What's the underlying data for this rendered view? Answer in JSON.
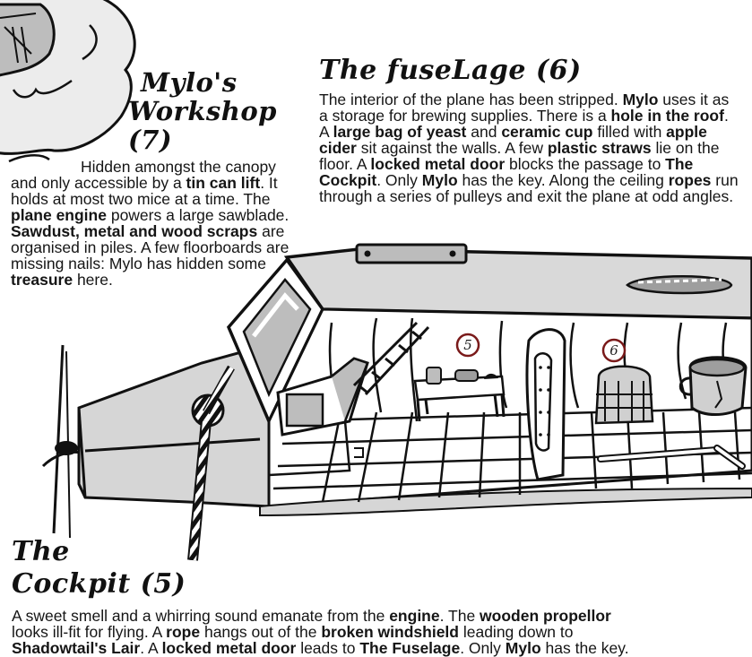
{
  "page": {
    "type": "tabletop-adventure-map"
  },
  "workshop": {
    "title_line1": "Mylo's",
    "title_line2": "Workshop (7)",
    "segments": [
      {
        "t": "Hidden amongst the canopy and only accessible by a ",
        "b": false
      },
      {
        "t": "tin can lift",
        "b": true
      },
      {
        "t": ". It holds at most two mice at a time. The ",
        "b": false
      },
      {
        "t": "plane engine",
        "b": true
      },
      {
        "t": " powers a large sawblade. ",
        "b": false
      },
      {
        "t": "Sawdust, metal and wood scraps",
        "b": true
      },
      {
        "t": " are organised in piles. A few floorboards are missing nails: Mylo has hidden some ",
        "b": false
      },
      {
        "t": "treasure",
        "b": true
      },
      {
        "t": " here.",
        "b": false
      }
    ]
  },
  "fuselage": {
    "title": "The fuseLage (6)",
    "segments": [
      {
        "t": "The interior of the plane has been stripped. ",
        "b": false
      },
      {
        "t": "Mylo",
        "b": true
      },
      {
        "t": " uses it as a storage for brewing supplies. There is a ",
        "b": false
      },
      {
        "t": "hole in the roof",
        "b": true
      },
      {
        "t": ". A ",
        "b": false
      },
      {
        "t": "large bag of yeast",
        "b": true
      },
      {
        "t": " and ",
        "b": false
      },
      {
        "t": "ceramic cup",
        "b": true
      },
      {
        "t": " filled with ",
        "b": false
      },
      {
        "t": "apple cider",
        "b": true
      },
      {
        "t": " sit against the walls. A few ",
        "b": false
      },
      {
        "t": "plastic straws",
        "b": true
      },
      {
        "t": " lie on the floor. A ",
        "b": false
      },
      {
        "t": "locked metal door",
        "b": true
      },
      {
        "t": " blocks the passage to ",
        "b": false
      },
      {
        "t": "The Cockpit",
        "b": true
      },
      {
        "t": ". Only ",
        "b": false
      },
      {
        "t": "Mylo",
        "b": true
      },
      {
        "t": " has the key. Along the ceiling ",
        "b": false
      },
      {
        "t": "ropes",
        "b": true
      },
      {
        "t": " run through a series of pulleys and exit the plane at odd angles.",
        "b": false
      }
    ]
  },
  "cockpit": {
    "title_line1": "The",
    "title_line2": "Cockpit (5)",
    "lines": [
      [
        {
          "t": "A sweet smell and a whirring sound emanate from the ",
          "b": false
        },
        {
          "t": "engine",
          "b": true
        },
        {
          "t": ". The ",
          "b": false
        },
        {
          "t": "wooden propellor",
          "b": true
        }
      ],
      [
        {
          "t": "looks ill-fit for flying. A ",
          "b": false
        },
        {
          "t": "rope",
          "b": true
        },
        {
          "t": " hangs out of the ",
          "b": false
        },
        {
          "t": "broken windshield",
          "b": true
        },
        {
          "t": " leading down to",
          "b": false
        }
      ],
      [
        {
          "t": "Shadowtail's Lair",
          "b": true
        },
        {
          "t": ". A ",
          "b": false
        },
        {
          "t": "locked metal door",
          "b": true
        },
        {
          "t": " leads to ",
          "b": false
        },
        {
          "t": "The Fuselage",
          "b": true
        },
        {
          "t": ". Only ",
          "b": false
        },
        {
          "t": "Mylo",
          "b": true
        },
        {
          "t": " has the key.",
          "b": false
        }
      ]
    ]
  },
  "markers": [
    {
      "label": "5",
      "room": "The Cockpit"
    },
    {
      "label": "6",
      "room": "The Fuselage"
    }
  ],
  "colors": {
    "ink": "#111111",
    "marker_ring": "#7a1a1a",
    "shade": "#d4d4d4"
  }
}
